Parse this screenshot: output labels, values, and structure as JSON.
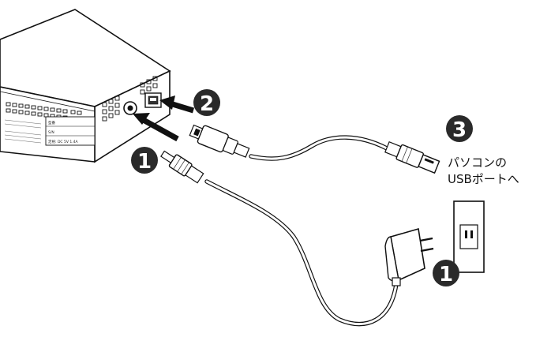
{
  "steps": {
    "step1_power_jack": "1",
    "step2_usb_port": "2",
    "step3_pc": "3",
    "step1_outlet": "1"
  },
  "destination": {
    "line1": "パソコンの",
    "line2": "USBポートへ"
  },
  "device_label": {
    "serial_prefix": "S/N",
    "power_rating": "定格: DC 5V 1.4A",
    "model_prefix": "型番"
  },
  "colors": {
    "ink": "#111111",
    "badge": "#2a2a2a",
    "paper": "#ffffff"
  }
}
